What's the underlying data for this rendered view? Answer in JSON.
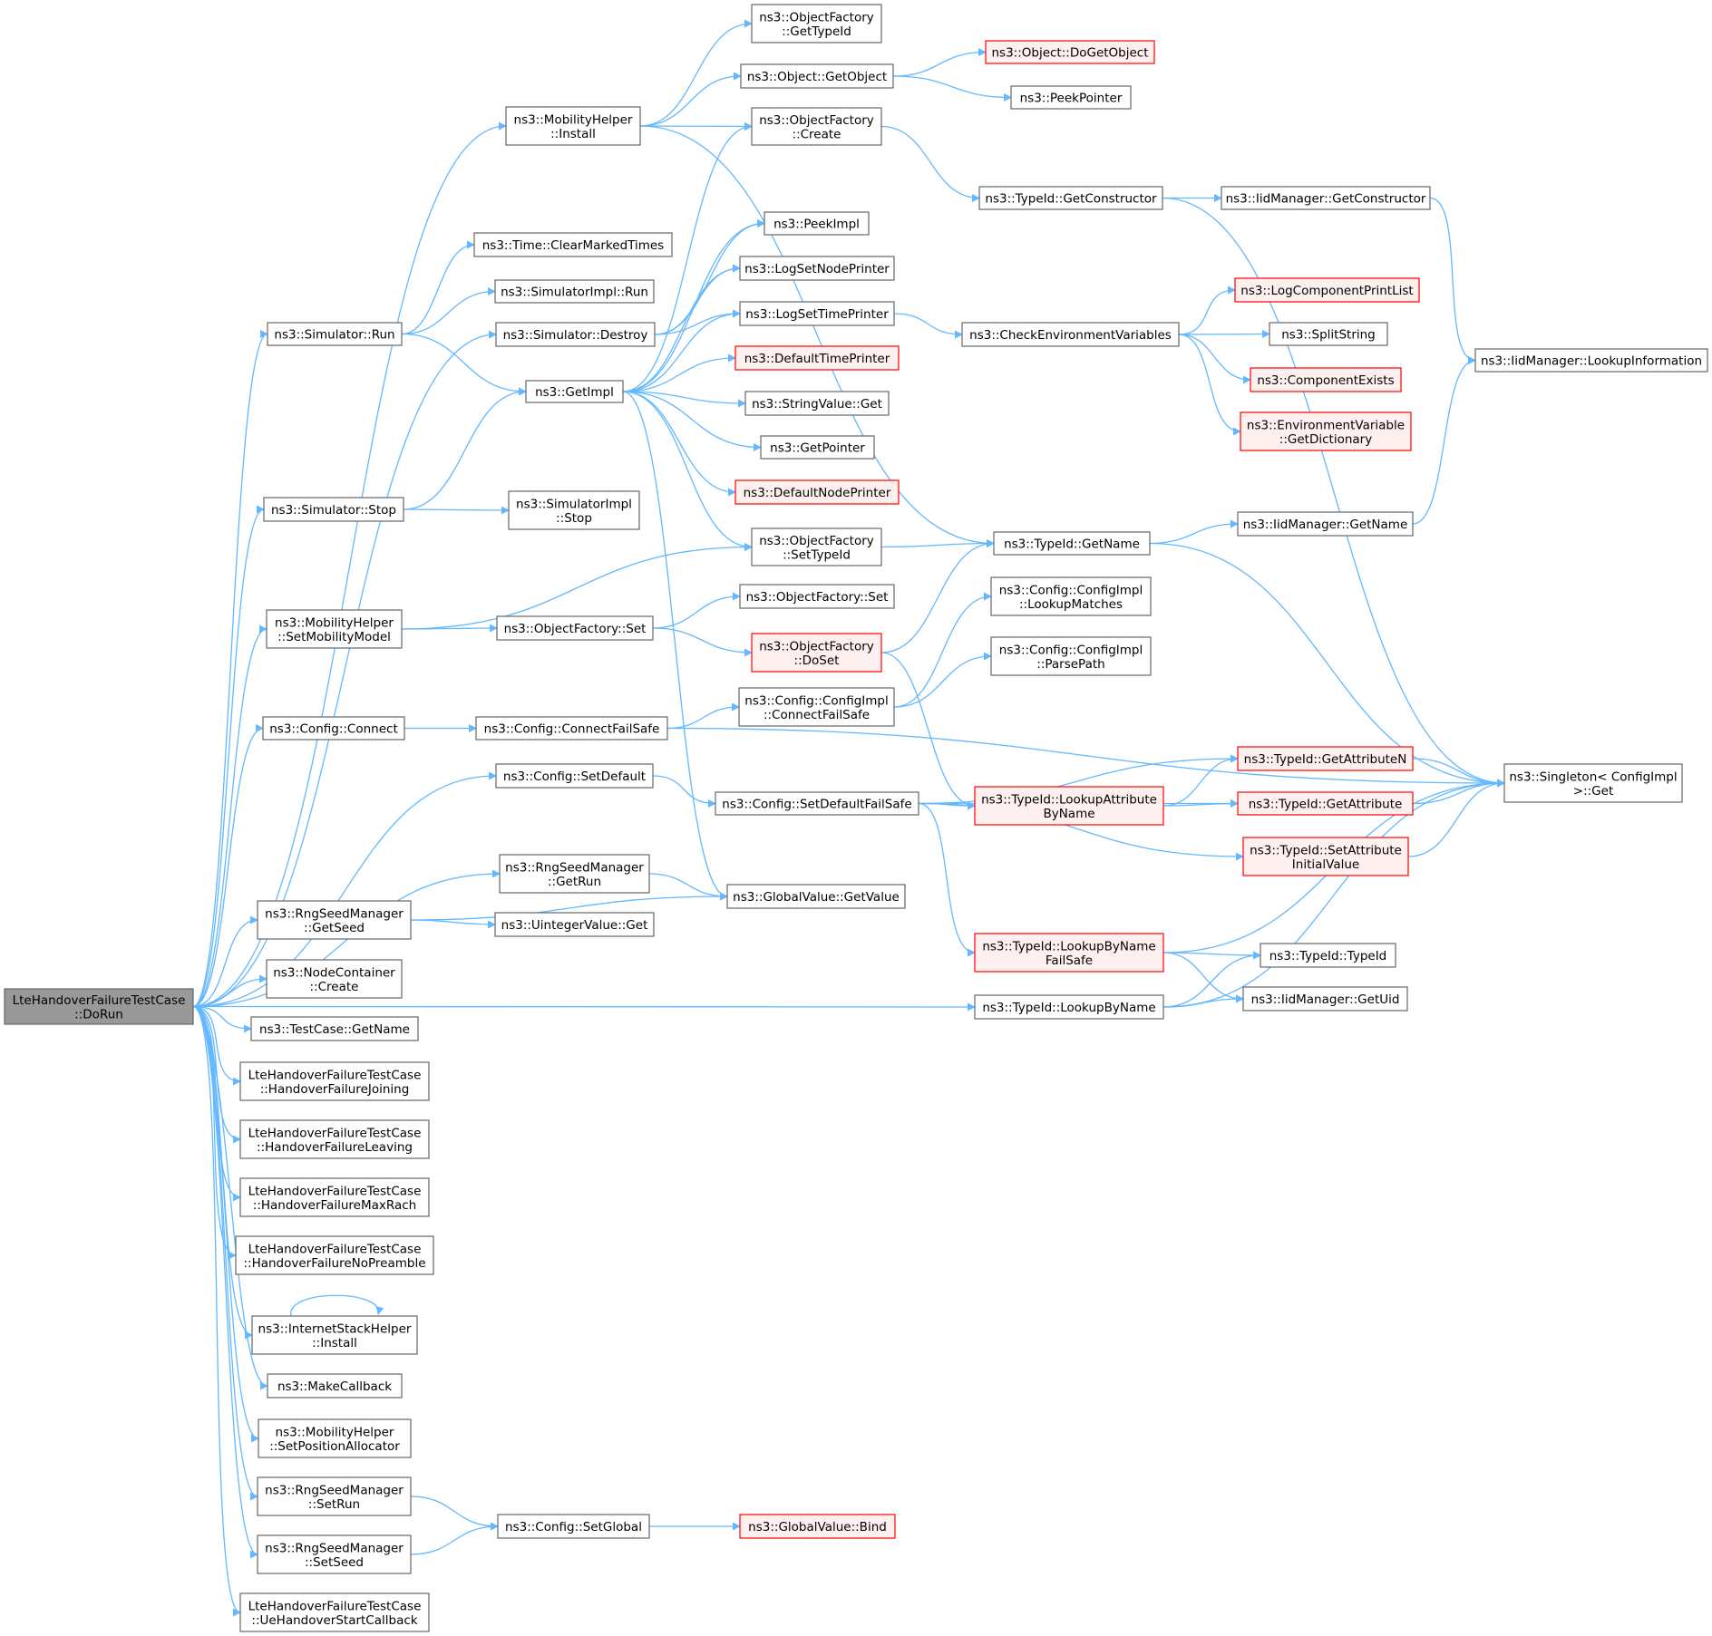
{
  "colors": {
    "edge": "#63b8ff",
    "box_border": "#666666",
    "red_border": "#ff0000",
    "red_fill": "#fff0f0",
    "root_fill": "#999999"
  },
  "nodes": [
    {
      "id": "root",
      "lines": [
        "LteHandoverFailureTestCase",
        "::DoRun"
      ],
      "style": "root"
    },
    {
      "id": "mhInstall",
      "lines": [
        "ns3::MobilityHelper",
        "::Install"
      ]
    },
    {
      "id": "ofGetTypeId",
      "lines": [
        "ns3::ObjectFactory",
        "::GetTypeId"
      ]
    },
    {
      "id": "objGetObject",
      "lines": [
        "ns3::Object::GetObject"
      ]
    },
    {
      "id": "objDoGetObject",
      "lines": [
        "ns3::Object::DoGetObject"
      ],
      "style": "red"
    },
    {
      "id": "peekPointer",
      "lines": [
        "ns3::PeekPointer"
      ]
    },
    {
      "id": "ofCreate",
      "lines": [
        "ns3::ObjectFactory",
        "::Create"
      ]
    },
    {
      "id": "tidGetCtor",
      "lines": [
        "ns3::TypeId::GetConstructor"
      ]
    },
    {
      "id": "iidGetCtor",
      "lines": [
        "ns3::IidManager::GetConstructor"
      ]
    },
    {
      "id": "clearMarked",
      "lines": [
        "ns3::Time::ClearMarkedTimes"
      ]
    },
    {
      "id": "peekImpl",
      "lines": [
        "ns3::PeekImpl"
      ]
    },
    {
      "id": "logSetNode",
      "lines": [
        "ns3::LogSetNodePrinter"
      ]
    },
    {
      "id": "simImplRun",
      "lines": [
        "ns3::SimulatorImpl::Run"
      ]
    },
    {
      "id": "simRun",
      "lines": [
        "ns3::Simulator::Run"
      ]
    },
    {
      "id": "simDestroy",
      "lines": [
        "ns3::Simulator::Destroy"
      ]
    },
    {
      "id": "logSetTime",
      "lines": [
        "ns3::LogSetTimePrinter"
      ]
    },
    {
      "id": "checkEnv",
      "lines": [
        "ns3::CheckEnvironmentVariables"
      ]
    },
    {
      "id": "logCompPrint",
      "lines": [
        "ns3::LogComponentPrintList"
      ],
      "style": "red"
    },
    {
      "id": "splitString",
      "lines": [
        "ns3::SplitString"
      ]
    },
    {
      "id": "iidLookupInfo",
      "lines": [
        "ns3::IidManager::LookupInformation"
      ]
    },
    {
      "id": "defTimePrinter",
      "lines": [
        "ns3::DefaultTimePrinter"
      ],
      "style": "red"
    },
    {
      "id": "getImpl",
      "lines": [
        "ns3::GetImpl"
      ]
    },
    {
      "id": "compExists",
      "lines": [
        "ns3::ComponentExists"
      ],
      "style": "red"
    },
    {
      "id": "strValGet",
      "lines": [
        "ns3::StringValue::Get"
      ]
    },
    {
      "id": "envVarGetDict",
      "lines": [
        "ns3::EnvironmentVariable",
        "::GetDictionary"
      ],
      "style": "red"
    },
    {
      "id": "getPointer",
      "lines": [
        "ns3::GetPointer"
      ]
    },
    {
      "id": "defNodePrinter",
      "lines": [
        "ns3::DefaultNodePrinter"
      ],
      "style": "red"
    },
    {
      "id": "simStop",
      "lines": [
        "ns3::Simulator::Stop"
      ]
    },
    {
      "id": "simImplStop",
      "lines": [
        "ns3::SimulatorImpl",
        "::Stop"
      ]
    },
    {
      "id": "ofSetTypeId",
      "lines": [
        "ns3::ObjectFactory",
        "::SetTypeId"
      ]
    },
    {
      "id": "tidGetName",
      "lines": [
        "ns3::TypeId::GetName"
      ]
    },
    {
      "id": "iidGetName",
      "lines": [
        "ns3::IidManager::GetName"
      ]
    },
    {
      "id": "cfgLookupMatches",
      "lines": [
        "ns3::Config::ConfigImpl",
        "::LookupMatches"
      ]
    },
    {
      "id": "mhSetMobility",
      "lines": [
        "ns3::MobilityHelper",
        "::SetMobilityModel"
      ]
    },
    {
      "id": "ofSet",
      "lines": [
        "ns3::ObjectFactory::Set"
      ]
    },
    {
      "id": "ofSet2",
      "lines": [
        "ns3::ObjectFactory::Set"
      ]
    },
    {
      "id": "ofDoSet",
      "lines": [
        "ns3::ObjectFactory",
        "::DoSet"
      ],
      "style": "red"
    },
    {
      "id": "cfgParsePath",
      "lines": [
        "ns3::Config::ConfigImpl",
        "::ParsePath"
      ]
    },
    {
      "id": "cfgImplConnect",
      "lines": [
        "ns3::Config::ConfigImpl",
        "::ConnectFailSafe"
      ]
    },
    {
      "id": "cfgConnect",
      "lines": [
        "ns3::Config::Connect"
      ]
    },
    {
      "id": "cfgConnectFS",
      "lines": [
        "ns3::Config::ConnectFailSafe"
      ]
    },
    {
      "id": "tidGetAttrN",
      "lines": [
        "ns3::TypeId::GetAttributeN"
      ],
      "style": "red"
    },
    {
      "id": "singletonGet",
      "lines": [
        "ns3::Singleton< ConfigImpl",
        ">::Get"
      ]
    },
    {
      "id": "cfgSetDefault",
      "lines": [
        "ns3::Config::SetDefault"
      ]
    },
    {
      "id": "cfgSetDefaultFS",
      "lines": [
        "ns3::Config::SetDefaultFailSafe"
      ]
    },
    {
      "id": "tidLookupAttr",
      "lines": [
        "ns3::TypeId::LookupAttribute",
        "ByName"
      ],
      "style": "red"
    },
    {
      "id": "tidGetAttr",
      "lines": [
        "ns3::TypeId::GetAttribute"
      ],
      "style": "red"
    },
    {
      "id": "tidSetAttrInit",
      "lines": [
        "ns3::TypeId::SetAttribute",
        "InitialValue"
      ],
      "style": "red"
    },
    {
      "id": "rngGetRun",
      "lines": [
        "ns3::RngSeedManager",
        "::GetRun"
      ]
    },
    {
      "id": "gvGetValue",
      "lines": [
        "ns3::GlobalValue::GetValue"
      ]
    },
    {
      "id": "rngGetSeed",
      "lines": [
        "ns3::RngSeedManager",
        "::GetSeed"
      ]
    },
    {
      "id": "uintValGet",
      "lines": [
        "ns3::UintegerValue::Get"
      ]
    },
    {
      "id": "tidLookupByNameFS",
      "lines": [
        "ns3::TypeId::LookupByName",
        "FailSafe"
      ],
      "style": "red"
    },
    {
      "id": "tidTypeId",
      "lines": [
        "ns3::TypeId::TypeId"
      ]
    },
    {
      "id": "ncCreate",
      "lines": [
        "ns3::NodeContainer",
        "::Create"
      ]
    },
    {
      "id": "tidLookupByName",
      "lines": [
        "ns3::TypeId::LookupByName"
      ]
    },
    {
      "id": "iidGetUid",
      "lines": [
        "ns3::IidManager::GetUid"
      ]
    },
    {
      "id": "tcGetName",
      "lines": [
        "ns3::TestCase::GetName"
      ]
    },
    {
      "id": "hfJoining",
      "lines": [
        "LteHandoverFailureTestCase",
        "::HandoverFailureJoining"
      ]
    },
    {
      "id": "hfLeaving",
      "lines": [
        "LteHandoverFailureTestCase",
        "::HandoverFailureLeaving"
      ]
    },
    {
      "id": "hfMaxRach",
      "lines": [
        "LteHandoverFailureTestCase",
        "::HandoverFailureMaxRach"
      ]
    },
    {
      "id": "hfNoPreamble",
      "lines": [
        "LteHandoverFailureTestCase",
        "::HandoverFailureNoPreamble"
      ]
    },
    {
      "id": "ishInstall",
      "lines": [
        "ns3::InternetStackHelper",
        "::Install"
      ]
    },
    {
      "id": "makeCallback",
      "lines": [
        "ns3::MakeCallback"
      ]
    },
    {
      "id": "mhSetPosAlloc",
      "lines": [
        "ns3::MobilityHelper",
        "::SetPositionAllocator"
      ]
    },
    {
      "id": "rngSetRun",
      "lines": [
        "ns3::RngSeedManager",
        "::SetRun"
      ]
    },
    {
      "id": "cfgSetGlobal",
      "lines": [
        "ns3::Config::SetGlobal"
      ]
    },
    {
      "id": "gvBind",
      "lines": [
        "ns3::GlobalValue::Bind"
      ],
      "style": "red"
    },
    {
      "id": "rngSetSeed",
      "lines": [
        "ns3::RngSeedManager",
        "::SetSeed"
      ]
    },
    {
      "id": "ueHoStart",
      "lines": [
        "LteHandoverFailureTestCase",
        "::UeHandoverStartCallback"
      ]
    }
  ],
  "edges": [
    [
      "root",
      "mhInstall"
    ],
    [
      "root",
      "simRun"
    ],
    [
      "root",
      "simDestroy"
    ],
    [
      "root",
      "simStop"
    ],
    [
      "root",
      "mhSetMobility"
    ],
    [
      "root",
      "cfgConnect"
    ],
    [
      "root",
      "cfgSetDefault"
    ],
    [
      "root",
      "tidLookupByName"
    ],
    [
      "root",
      "rngGetRun"
    ],
    [
      "root",
      "rngGetSeed"
    ],
    [
      "root",
      "ncCreate"
    ],
    [
      "root",
      "tcGetName"
    ],
    [
      "root",
      "hfJoining"
    ],
    [
      "root",
      "hfLeaving"
    ],
    [
      "root",
      "hfMaxRach"
    ],
    [
      "root",
      "hfNoPreamble"
    ],
    [
      "root",
      "ishInstall"
    ],
    [
      "root",
      "makeCallback"
    ],
    [
      "root",
      "mhSetPosAlloc"
    ],
    [
      "root",
      "rngSetRun"
    ],
    [
      "root",
      "rngSetSeed"
    ],
    [
      "root",
      "ueHoStart"
    ],
    [
      "mhInstall",
      "ofGetTypeId"
    ],
    [
      "mhInstall",
      "objGetObject"
    ],
    [
      "mhInstall",
      "ofCreate"
    ],
    [
      "mhInstall",
      "tidGetName"
    ],
    [
      "objGetObject",
      "objDoGetObject"
    ],
    [
      "objGetObject",
      "peekPointer"
    ],
    [
      "ofCreate",
      "tidGetCtor"
    ],
    [
      "tidGetCtor",
      "iidGetCtor"
    ],
    [
      "tidGetCtor",
      "singletonGet"
    ],
    [
      "iidGetCtor",
      "iidLookupInfo"
    ],
    [
      "simRun",
      "clearMarked"
    ],
    [
      "simRun",
      "simImplRun"
    ],
    [
      "simRun",
      "getImpl"
    ],
    [
      "simDestroy",
      "peekImpl"
    ],
    [
      "simDestroy",
      "logSetNode"
    ],
    [
      "simDestroy",
      "logSetTime"
    ],
    [
      "getImpl",
      "ofCreate"
    ],
    [
      "getImpl",
      "peekImpl"
    ],
    [
      "getImpl",
      "logSetNode"
    ],
    [
      "getImpl",
      "logSetTime"
    ],
    [
      "getImpl",
      "defTimePrinter"
    ],
    [
      "getImpl",
      "strValGet"
    ],
    [
      "getImpl",
      "getPointer"
    ],
    [
      "getImpl",
      "defNodePrinter"
    ],
    [
      "getImpl",
      "ofSetTypeId"
    ],
    [
      "getImpl",
      "gvGetValue"
    ],
    [
      "logSetTime",
      "checkEnv"
    ],
    [
      "checkEnv",
      "logCompPrint"
    ],
    [
      "checkEnv",
      "splitString"
    ],
    [
      "checkEnv",
      "compExists"
    ],
    [
      "checkEnv",
      "envVarGetDict"
    ],
    [
      "simStop",
      "getImpl"
    ],
    [
      "simStop",
      "simImplStop"
    ],
    [
      "ofSetTypeId",
      "tidGetName"
    ],
    [
      "tidGetName",
      "iidGetName"
    ],
    [
      "tidGetName",
      "singletonGet"
    ],
    [
      "iidGetName",
      "iidLookupInfo"
    ],
    [
      "mhSetMobility",
      "ofSetTypeId"
    ],
    [
      "mhSetMobility",
      "ofSet"
    ],
    [
      "ofSet",
      "ofSet2"
    ],
    [
      "ofSet",
      "ofDoSet"
    ],
    [
      "ofDoSet",
      "tidGetName"
    ],
    [
      "ofDoSet",
      "tidLookupAttr"
    ],
    [
      "cfgConnect",
      "cfgConnectFS"
    ],
    [
      "cfgConnectFS",
      "cfgImplConnect"
    ],
    [
      "cfgConnectFS",
      "singletonGet"
    ],
    [
      "cfgImplConnect",
      "cfgLookupMatches"
    ],
    [
      "cfgImplConnect",
      "cfgParsePath"
    ],
    [
      "cfgSetDefault",
      "cfgSetDefaultFS"
    ],
    [
      "cfgSetDefaultFS",
      "tidGetAttrN"
    ],
    [
      "cfgSetDefaultFS",
      "tidLookupAttr"
    ],
    [
      "cfgSetDefaultFS",
      "tidGetAttr"
    ],
    [
      "cfgSetDefaultFS",
      "tidSetAttrInit"
    ],
    [
      "cfgSetDefaultFS",
      "tidLookupByNameFS"
    ],
    [
      "tidLookupAttr",
      "tidGetAttrN"
    ],
    [
      "tidLookupAttr",
      "tidGetAttr"
    ],
    [
      "tidGetAttrN",
      "singletonGet"
    ],
    [
      "tidGetAttr",
      "singletonGet"
    ],
    [
      "tidSetAttrInit",
      "singletonGet"
    ],
    [
      "tidLookupByNameFS",
      "singletonGet"
    ],
    [
      "tidLookupByNameFS",
      "tidTypeId"
    ],
    [
      "tidLookupByNameFS",
      "iidGetUid"
    ],
    [
      "tidLookupByName",
      "tidTypeId"
    ],
    [
      "tidLookupByName",
      "iidGetUid"
    ],
    [
      "tidLookupByName",
      "singletonGet"
    ],
    [
      "rngGetRun",
      "gvGetValue"
    ],
    [
      "rngGetSeed",
      "uintValGet"
    ],
    [
      "rngGetSeed",
      "gvGetValue"
    ],
    [
      "ishInstall",
      "ishInstall"
    ],
    [
      "rngSetRun",
      "cfgSetGlobal"
    ],
    [
      "rngSetSeed",
      "cfgSetGlobal"
    ],
    [
      "cfgSetGlobal",
      "gvBind"
    ]
  ]
}
